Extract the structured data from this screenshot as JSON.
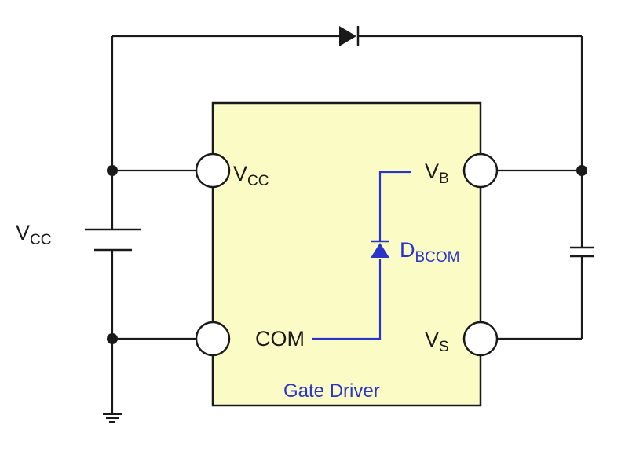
{
  "colors": {
    "wire": "#1a1a1a",
    "internal": "#2a35c8",
    "chip_fill": "#fbfbc6",
    "chip_stroke": "#1a1a1a",
    "pin_fill": "#ffffff",
    "background": "#ffffff"
  },
  "labels": {
    "supply": {
      "main": "V",
      "sub": "CC"
    },
    "pin_vcc": {
      "main": "V",
      "sub": "CC"
    },
    "pin_com": {
      "main": "COM"
    },
    "pin_vb": {
      "main": "V",
      "sub": "B"
    },
    "pin_vs": {
      "main": "V",
      "sub": "S"
    },
    "internal_diode": {
      "main": "D",
      "sub": "BCOM"
    },
    "chip": {
      "title": "Gate Driver"
    }
  },
  "icons": {
    "supply_battery": "battery-icon",
    "bootstrap_diode": "diode-icon",
    "internal_diode": "diode-icon",
    "bootstrap_capacitor": "capacitor-icon",
    "ground": "ground-icon"
  }
}
